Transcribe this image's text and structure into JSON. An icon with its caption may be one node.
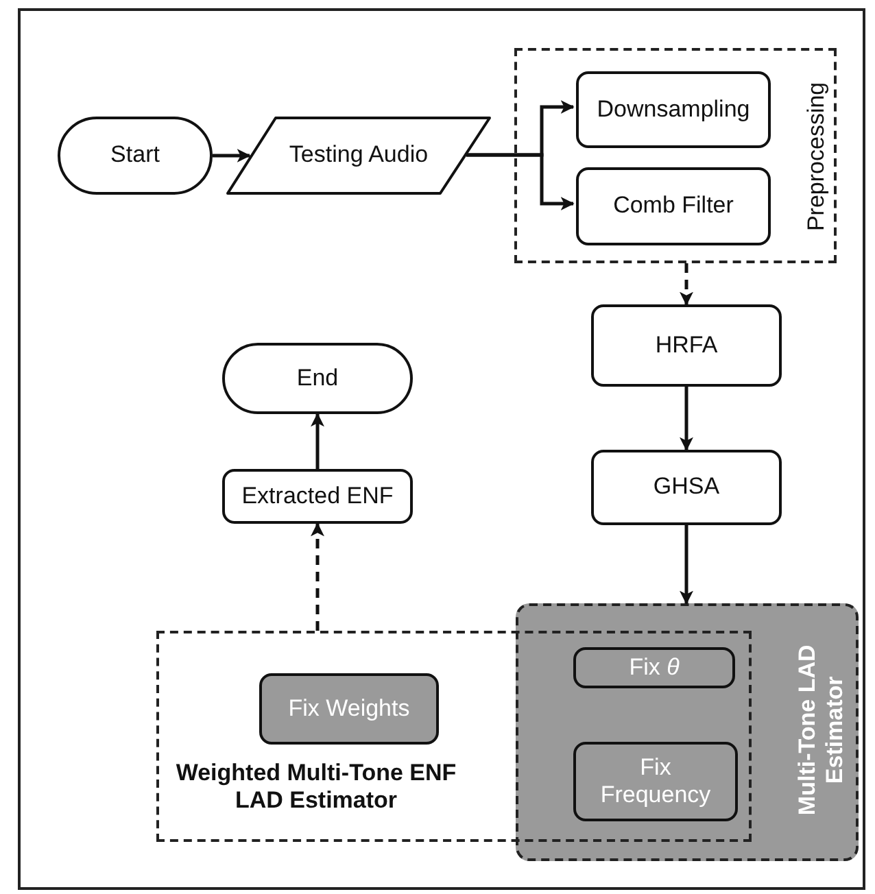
{
  "diagram": {
    "nodes": [
      {
        "text": [
          "Start"
        ]
      },
      {
        "text": [
          "Testing Audio"
        ]
      },
      {
        "text": [
          "Preprocessing"
        ]
      },
      {
        "text": [
          "Downsampling"
        ],
        "in": 2
      },
      {
        "text": [
          "Comb Filter"
        ],
        "in": 2
      },
      {
        "text": [
          "HRFA"
        ]
      },
      {
        "text": [
          "GHSA"
        ]
      },
      {
        "text": [
          "Multi-Tone LAD Estimator"
        ]
      },
      {
        "text": [
          "Weighted Multi-Tone ENF LAD Estimator"
        ]
      },
      {
        "text": [
          "Fix Weights"
        ],
        "in": 8
      },
      {
        "text": [
          "Fix *θ*"
        ]
      },
      {
        "text": [
          "Fix Frequency"
        ]
      },
      {
        "text": [
          "Extracted ENF"
        ]
      },
      {
        "text": [
          "End"
        ]
      }
    ],
    "edges": [
      {
        "from": 0,
        "to": 1,
        "arrow": "to"
      },
      {
        "from": 1,
        "to": 3,
        "arrow": "to"
      },
      {
        "from": 1,
        "to": 4,
        "arrow": "to"
      },
      {
        "from": 2,
        "to": 5,
        "arrow": "to",
        "style": "dashed"
      },
      {
        "from": 5,
        "to": 6,
        "arrow": "to"
      },
      {
        "from": 6,
        "to": 7,
        "arrow": "to"
      },
      {
        "from": 8,
        "to": 12,
        "arrow": "to",
        "style": "dashed"
      },
      {
        "from": 12,
        "to": 13,
        "arrow": "to"
      }
    ]
  }
}
